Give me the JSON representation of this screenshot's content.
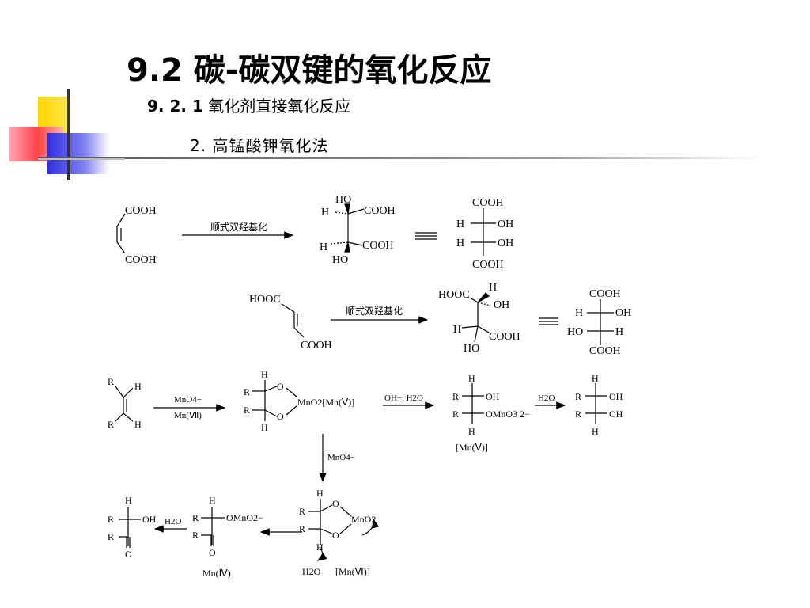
{
  "slide": {
    "title": "9.2 碳-碳双键的氧化反应",
    "section_number": "9. 2. 1",
    "section_title": "氧化剂直接氧化反应",
    "item_title": "2.  高锰酸钾氧化法"
  },
  "reaction1": {
    "reactant_top": "COOH",
    "reactant_bottom": "COOH",
    "arrow_label": "顺式双羟基化",
    "product_ho_top": "HO",
    "product_h_top": "H",
    "product_cooh_top": "COOH",
    "product_h_bottom": "H",
    "product_cooh_bottom": "COOH",
    "product_ho_bottom": "HO",
    "fischer": [
      "COOH",
      "H",
      "OH",
      "H",
      "OH",
      "COOH"
    ]
  },
  "reaction2": {
    "reactant_top": "HOOC",
    "reactant_bottom": "COOH",
    "arrow_label": "顺式双羟基化",
    "product_hooc": "HOOC",
    "product_h_top": "H",
    "product_oh": "OH",
    "product_h_bottom": "H",
    "product_cooh": "COOH",
    "product_ho": "HO",
    "fischer": [
      "COOH",
      "H",
      "OH",
      "HO",
      "H",
      "COOH"
    ]
  },
  "mechanism": {
    "alkene_r": "R",
    "alkene_h": "H",
    "step1_reagent": "MnO4−",
    "step1_mn": "Mn(Ⅶ)",
    "cyclic_label": "MnO2[Mn(Ⅴ)]",
    "o_atom": "O",
    "step2_reagent": "OH−,  H2O",
    "intermediate_label": "OMnO3 2−",
    "mn5": "[Mn(Ⅴ)]",
    "step3_reagent": "H2O",
    "oh": "OH",
    "down_reagent": "MnO4−",
    "mn6_label": "MnO2",
    "mn6": "[Mn(Ⅵ)]",
    "water": "H2O",
    "mn4_intermediate": "OMnO2−",
    "mn4": "Mn(Ⅳ)"
  }
}
